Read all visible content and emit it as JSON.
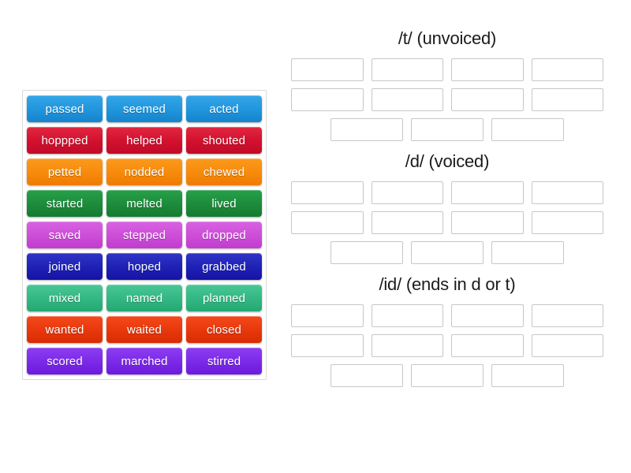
{
  "page": {
    "type": "drag-and-drop-group-sort-activity",
    "background": "#ffffff"
  },
  "tile_bank": {
    "name": "word-tile-bank",
    "border_color": "#d9d9d9",
    "rows": [
      {
        "color": "#2196dd",
        "gradient_from": "#34a6e8",
        "gradient_to": "#1484cc",
        "tiles": [
          "passed",
          "seemed",
          "acted"
        ]
      },
      {
        "color": "#d3112f",
        "gradient_from": "#e12740",
        "gradient_to": "#c00a26",
        "tiles": [
          "hoppped",
          "helped",
          "shouted"
        ]
      },
      {
        "color": "#f78b0c",
        "gradient_from": "#fb9a1d",
        "gradient_to": "#ef7b02",
        "tiles": [
          "petted",
          "nodded",
          "chewed"
        ]
      },
      {
        "color": "#1d8c3c",
        "gradient_from": "#27a049",
        "gradient_to": "#157a30",
        "tiles": [
          "started",
          "melted",
          "lived"
        ]
      },
      {
        "color": "#cc4ed8",
        "gradient_from": "#d862e2",
        "gradient_to": "#c23ccf",
        "tiles": [
          "saved",
          "stepped",
          "dropped"
        ]
      },
      {
        "color": "#1f22b5",
        "gradient_from": "#2f34c6",
        "gradient_to": "#1513a4",
        "tiles": [
          "joined",
          "hoped",
          "grabbed"
        ]
      },
      {
        "color": "#34b883",
        "gradient_from": "#48c795",
        "gradient_to": "#25a872",
        "tiles": [
          "mixed",
          "named",
          "planned"
        ]
      },
      {
        "color": "#e8380d",
        "gradient_from": "#f44a1b",
        "gradient_to": "#d92c02",
        "tiles": [
          "wanted",
          "waited",
          "closed"
        ]
      },
      {
        "color": "#7c2ae8",
        "gradient_from": "#8b3df2",
        "gradient_to": "#6c19dc",
        "tiles": [
          "scored",
          "marched",
          "stirred"
        ]
      }
    ]
  },
  "zones": [
    {
      "title": "/t/ (unvoiced)",
      "name": "zone-unvoiced-t",
      "rows": [
        4,
        4,
        3
      ],
      "slots": [
        "",
        "",
        "",
        "",
        "",
        "",
        "",
        "",
        "",
        "",
        ""
      ]
    },
    {
      "title": "/d/ (voiced)",
      "name": "zone-voiced-d",
      "rows": [
        4,
        4,
        3
      ],
      "slots": [
        "",
        "",
        "",
        "",
        "",
        "",
        "",
        "",
        "",
        "",
        ""
      ]
    },
    {
      "title": "/id/ (ends in d or t)",
      "name": "zone-id-ends-in-d-or-t",
      "rows": [
        4,
        4,
        3
      ],
      "slots": [
        "",
        "",
        "",
        "",
        "",
        "",
        "",
        "",
        "",
        "",
        ""
      ]
    }
  ],
  "colors": {
    "slot_border": "#c7c7c7",
    "title_text": "#1b1b1b",
    "tile_text": "#ffffff",
    "page_background": "#ffffff"
  }
}
